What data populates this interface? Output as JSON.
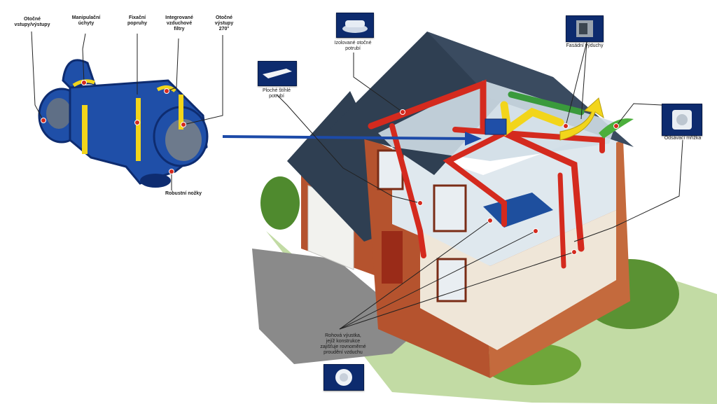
{
  "unit_labels": {
    "otocne_vstupy": "Otočné\nvstupy/výstupy",
    "manipulacni_uchyty": "Manipulační\núchyty",
    "fixacni_popruhy": "Fixační\npopruhy",
    "integrovane_filtry": "Integrované\nvzduchové\nfiltry",
    "otocne_vystupy": "Otočné\nvýstupy\n270°",
    "robustni_nozky": "Robustní nožky"
  },
  "house_labels": {
    "izolovane_potrubi": "Izolované otočné\npotrubí",
    "fasadni_vyduchy": "Fasádní výduchy",
    "ploche_potrubi": "Ploché štíhlé\npotrubí",
    "odsavaci_mrizka": "Odsávací mřížka",
    "rohova_vyustka": "Rohová výustka,\njejíž konstrukce\nzajišťuje rovnoměrné\nproudění vzduchu"
  },
  "colors": {
    "unit_blue": "#1f4fa8",
    "unit_dark": "#0e2c70",
    "duct_red": "#d42a1e",
    "duct_yellow": "#f2d51b",
    "duct_green": "#3a9a3c",
    "roof": "#2f3f52",
    "brick": "#b5532e",
    "arrow_blue": "#1c4aa8"
  }
}
